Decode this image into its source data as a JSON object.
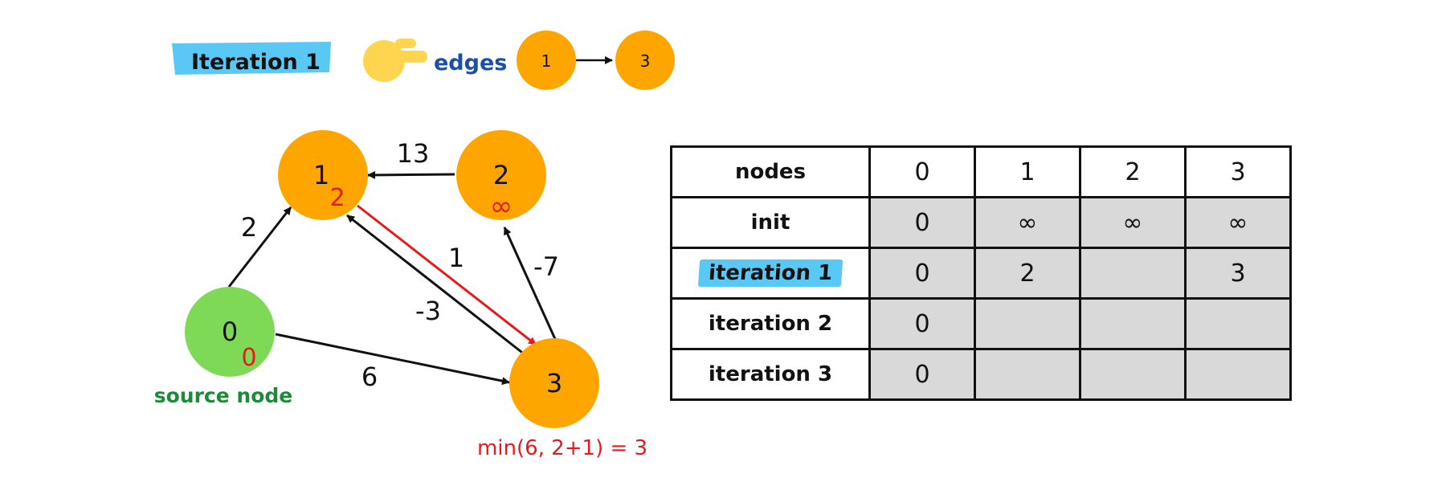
{
  "header": {
    "title": "Iteration 1",
    "edges_label": "edges",
    "edge_from": "1",
    "edge_to": "3"
  },
  "graph": {
    "nodes": [
      {
        "id": "0",
        "label": "0",
        "distance": "0",
        "color": "#7ed957"
      },
      {
        "id": "1",
        "label": "1",
        "distance": "2",
        "color": "#ffa500"
      },
      {
        "id": "2",
        "label": "2",
        "distance": "∞",
        "color": "#ffa500"
      },
      {
        "id": "3",
        "label": "3",
        "distance": "",
        "color": "#ffa500"
      }
    ],
    "edges": [
      {
        "from": "0",
        "to": "1",
        "weight": "2"
      },
      {
        "from": "2",
        "to": "1",
        "weight": "13"
      },
      {
        "from": "1",
        "to": "3",
        "weight": "1",
        "active": true
      },
      {
        "from": "3",
        "to": "1",
        "weight": "-3"
      },
      {
        "from": "3",
        "to": "2",
        "weight": "-7"
      },
      {
        "from": "0",
        "to": "3",
        "weight": "6"
      }
    ],
    "source_label": "source node",
    "computation": "min(6, 2+1) = 3"
  },
  "table": {
    "header": [
      "nodes",
      "0",
      "1",
      "2",
      "3"
    ],
    "rows": [
      {
        "label": "init",
        "values": [
          "0",
          "∞",
          "∞",
          "∞"
        ]
      },
      {
        "label": "iteration 1",
        "values": [
          "0",
          "2",
          "",
          "3"
        ],
        "highlight_label": true,
        "red_col": 3
      },
      {
        "label": "iteration 2",
        "values": [
          "0",
          "",
          "",
          ""
        ]
      },
      {
        "label": "iteration 3",
        "values": [
          "0",
          "",
          "",
          ""
        ]
      }
    ]
  },
  "colors": {
    "orange": "#ffa500",
    "green": "#7ed957",
    "red": "#e8191c",
    "highlight": "#5ac8f5",
    "blue_text": "#1b4fa8",
    "green_text": "#1d8a3a",
    "hand": "#ffd54f"
  }
}
